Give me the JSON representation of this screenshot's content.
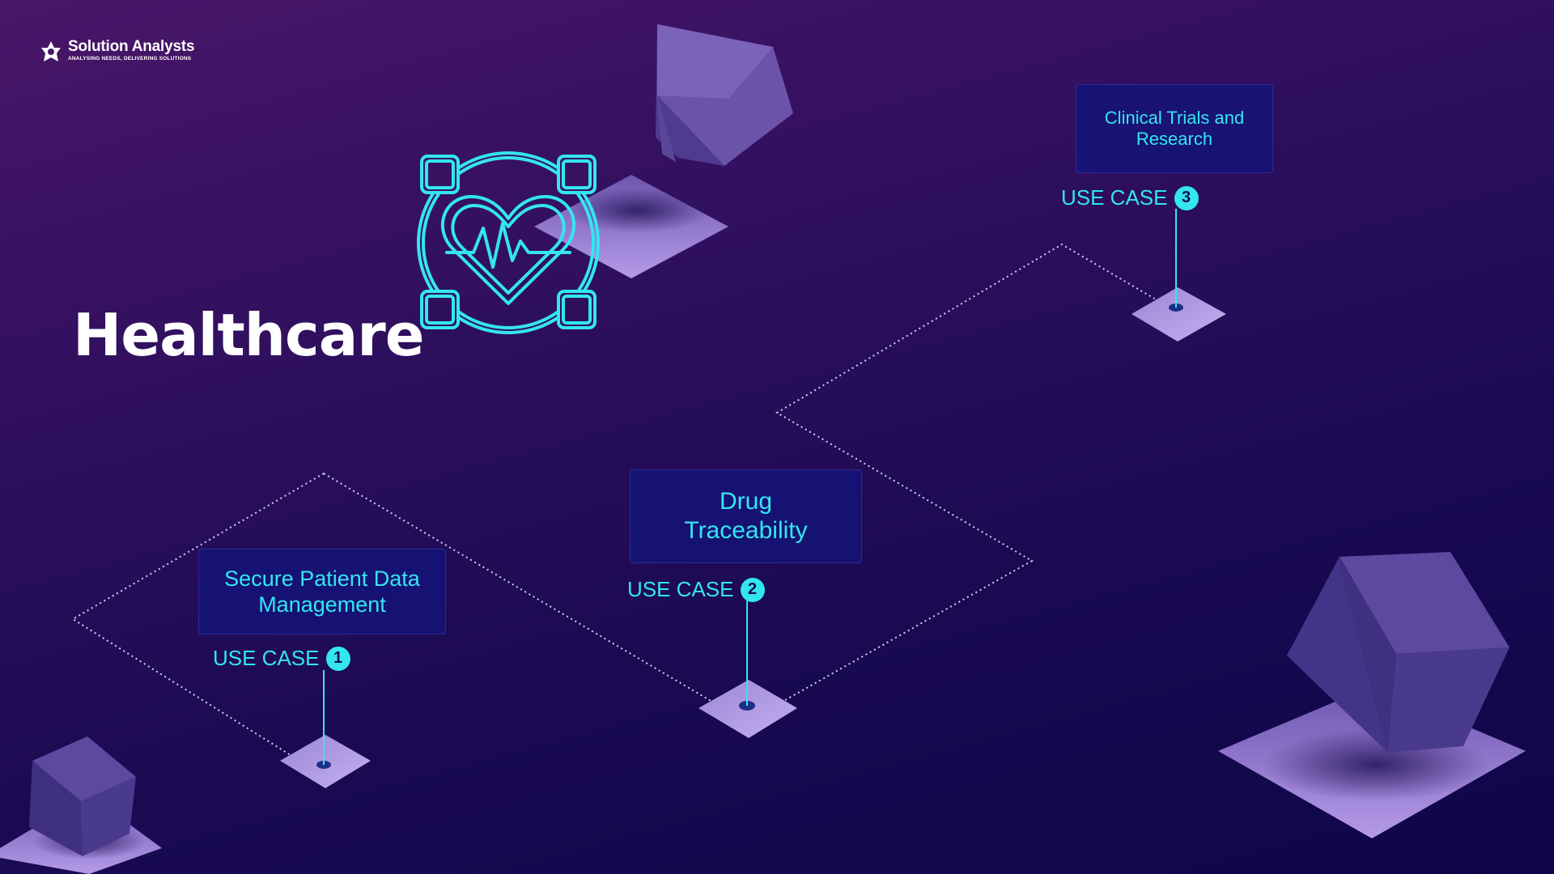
{
  "brand": {
    "name": "Solution Analysts",
    "tagline": "ANALYSING NEEDS, DELIVERING SOLUTIONS",
    "logo_icon": "star-badge-icon"
  },
  "title": "Healthcare",
  "hero_icon": "heart-pulse-icon",
  "colors": {
    "accent": "#33e6f0",
    "background_top": "#4a1668",
    "background_bottom": "#0e0648",
    "box_fill": "#14147a",
    "platform": "#9d84d8",
    "cube": "#4b3a8e"
  },
  "use_case_prefix": "USE CASE",
  "use_cases": [
    {
      "number": "1",
      "label": "Secure Patient Data Management"
    },
    {
      "number": "2",
      "label": "Drug Traceability"
    },
    {
      "number": "3",
      "label": "Clinical Trials and Research"
    }
  ]
}
